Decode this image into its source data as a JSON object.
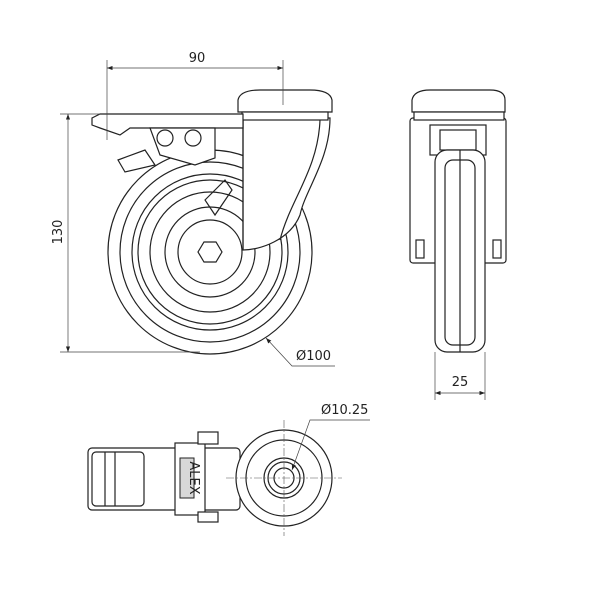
{
  "dimensions": {
    "width_label": "90",
    "height_label": "130",
    "wheel_diameter_label": "Ø100",
    "wheel_width_label": "25",
    "bore_diameter_label": "Ø10.25"
  },
  "logo": "ALEX"
}
